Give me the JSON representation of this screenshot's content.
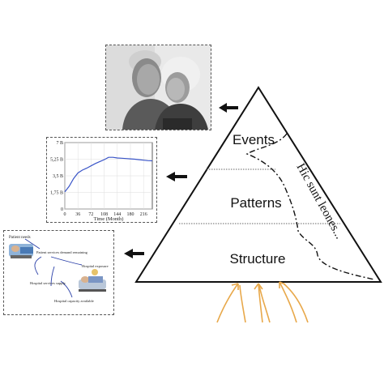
{
  "pyramid": {
    "levels": [
      "Events",
      "Patterns",
      "Structure"
    ],
    "unknown_region_label": "Hic sunt leones..."
  },
  "graph": {
    "y_ticks": [
      "7 B",
      "5,25 B",
      "3,5 B",
      "1,75 B",
      "0"
    ],
    "x_ticks": [
      "0",
      "36",
      "72",
      "108",
      "144",
      "180",
      "216"
    ],
    "xlabel": "Time (Month)"
  },
  "cld": {
    "nodes": [
      "Patient needs",
      "Patient services demand remaining",
      "Hospital exposure",
      "Hospital services supply",
      "Hospital capacity available"
    ]
  },
  "chart_data": {
    "type": "line",
    "xlabel": "Time (Month)",
    "ylabel": "",
    "xlim": [
      0,
      240
    ],
    "ylim": [
      0,
      7
    ],
    "y_unit": "B",
    "x": [
      0,
      12,
      24,
      36,
      48,
      60,
      72,
      84,
      96,
      108,
      120,
      132,
      144,
      156,
      168,
      180,
      192,
      204,
      216,
      228,
      240
    ],
    "values": [
      1.8,
      2.4,
      3.2,
      3.8,
      4.1,
      4.3,
      4.55,
      4.8,
      5.0,
      5.2,
      5.45,
      5.45,
      5.38,
      5.35,
      5.32,
      5.28,
      5.25,
      5.2,
      5.15,
      5.1,
      5.08
    ]
  },
  "colors": {
    "line": "#3a55c8",
    "root_arrows": "#e8a84a",
    "ink": "#111111"
  }
}
